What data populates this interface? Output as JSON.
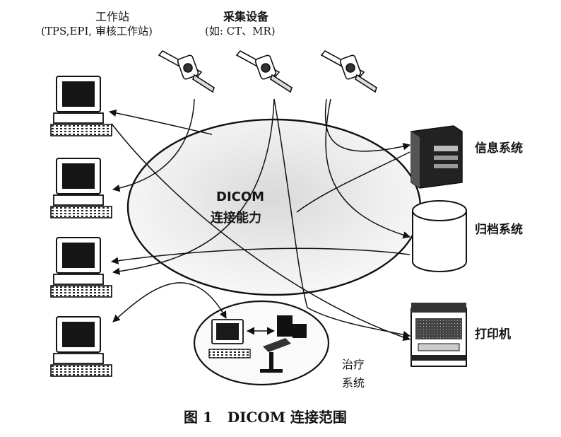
{
  "labels": {
    "workstation_title": "工作站",
    "workstation_sub": "(TPS,EPI, 审核工作站)",
    "acquisition_title": "采集设备",
    "acquisition_sub": "(如: CT、MR)",
    "info_system": "信息系统",
    "archive_system": "归档系统",
    "printer": "打印机",
    "treatment_line1": "治疗",
    "treatment_line2": "系统",
    "center_line1": "DICOM",
    "center_line2": "连接能力"
  },
  "caption": {
    "figure_no": "图 1",
    "title": "DICOM 连接范围"
  }
}
